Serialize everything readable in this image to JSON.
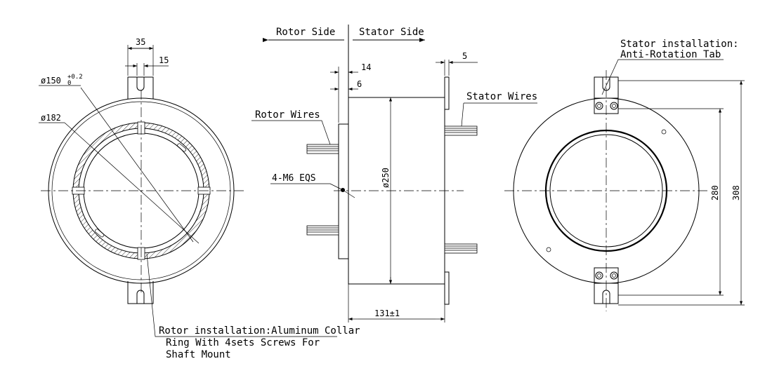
{
  "labels": {
    "rotor_side": "Rotor Side",
    "stator_side": "Stator Side",
    "dim_35": "35",
    "dim_15": "15",
    "dim_150": "ø150",
    "tol_150_upper": "+0.2",
    "tol_150_lower": "0",
    "dim_182": "ø182",
    "dim_14": "14",
    "dim_6": "6",
    "dim_5": "5",
    "rotor_wires": "Rotor Wires",
    "stator_wires": "Stator Wires",
    "screws": "4-M6 EQS",
    "dim_250": "ø250",
    "dim_131": "131±1",
    "stator_install_1": "Stator installation:",
    "stator_install_2": "Anti-Rotation Tab",
    "dim_280": "280",
    "dim_308": "308",
    "rotor_install_1": "Rotor installation:Aluminum Collar",
    "rotor_install_2": "Ring With 4sets Screws For",
    "rotor_install_3": "Shaft Mount"
  }
}
